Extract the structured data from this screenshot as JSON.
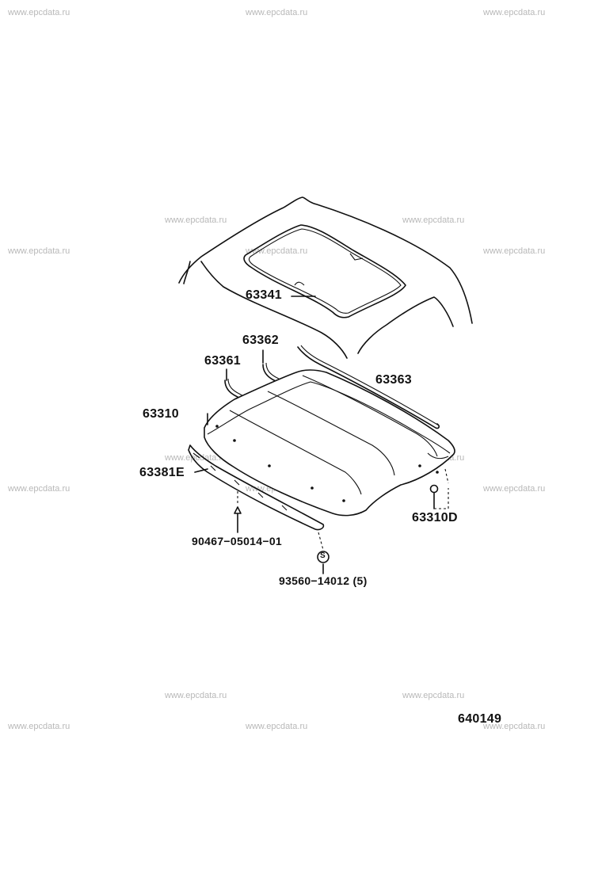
{
  "watermarks": [
    "www.epcdata.ru",
    "www.epcdata.ru",
    "www.epcdata.ru",
    "www.epcdata.ru",
    "www.epcdata.ru",
    "www.epcdata.ru",
    "www.epcdata.ru",
    "www.epcdata.ru",
    "www.epcdata.ru",
    "www.epcdata.ru",
    "www.epcdata.ru",
    "www.epcdata.ru",
    "www.epcdata.ru",
    "www.epcdata.ru",
    "www.epcdata.ru",
    "www.epcdata.ru",
    "www.epcdata.ru",
    "www.epcdata.ru"
  ],
  "parts": {
    "p63341": "63341",
    "p63362": "63362",
    "p63361": "63361",
    "p63363": "63363",
    "p63310": "63310",
    "p63381E": "63381E",
    "p63310D": "63310D",
    "p90467": "90467−05014−01",
    "p93560": "93560−14012 (5)",
    "s_symbol": "S"
  },
  "figure_id": "640149"
}
